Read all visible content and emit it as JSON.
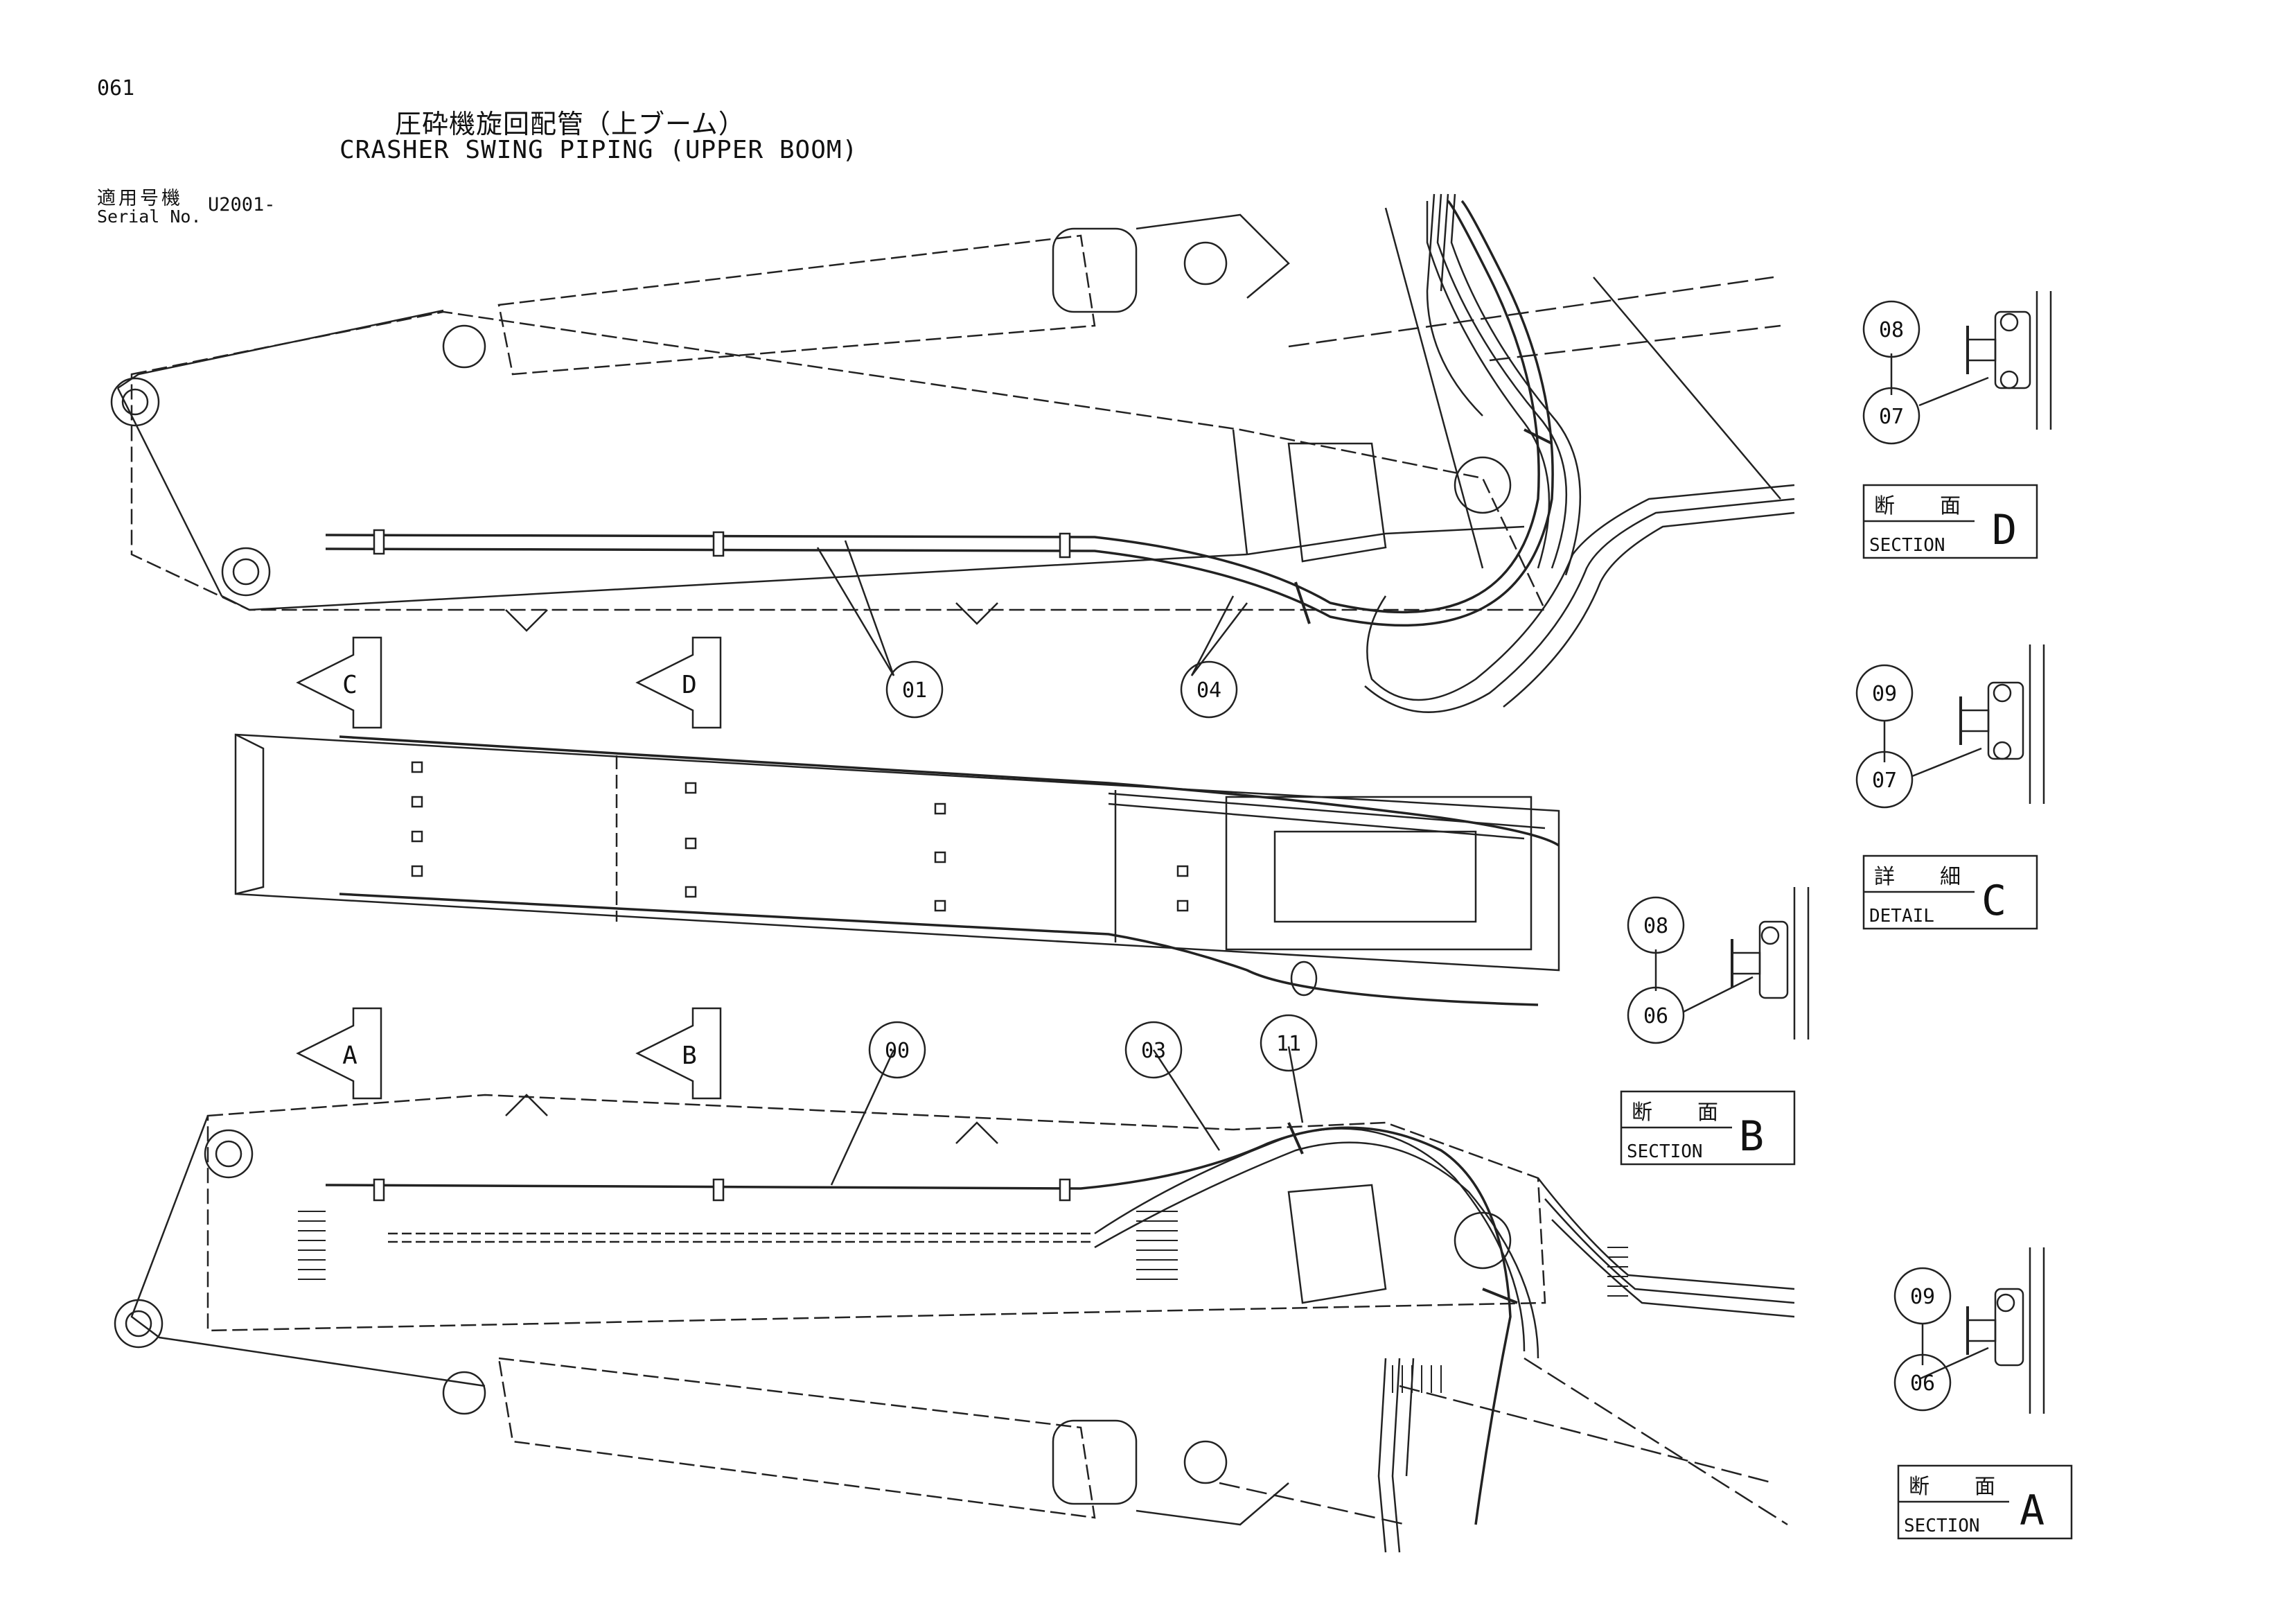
{
  "header": {
    "page_number": "061",
    "title_jp": "圧砕機旋回配管（上ブーム）",
    "title_en": "CRASHER SWING PIPING (UPPER BOOM)",
    "serial_label_jp": "適用号機",
    "serial_label_en": "Serial No.",
    "serial_value": "U2001-"
  },
  "views": {
    "arrow_c": "C",
    "arrow_d": "D",
    "arrow_a": "A",
    "arrow_b": "B"
  },
  "callouts": {
    "c01": "01",
    "c04": "04",
    "c00": "00",
    "c03": "03",
    "c11": "11",
    "d_top": "08",
    "d_bottom": "07",
    "c_top": "09",
    "c_bottom": "07",
    "b_top": "08",
    "b_bottom": "06",
    "a_top": "09",
    "a_bottom": "06"
  },
  "section_labels": {
    "d": {
      "jp_left": "断",
      "jp_right": "面",
      "en": "SECTION",
      "letter": "D"
    },
    "c": {
      "jp_left": "詳",
      "jp_right": "細",
      "en": "DETAIL",
      "letter": "C"
    },
    "b": {
      "jp_left": "断",
      "jp_right": "面",
      "en": "SECTION",
      "letter": "B"
    },
    "a": {
      "jp_left": "断",
      "jp_right": "面",
      "en": "SECTION",
      "letter": "A"
    }
  }
}
